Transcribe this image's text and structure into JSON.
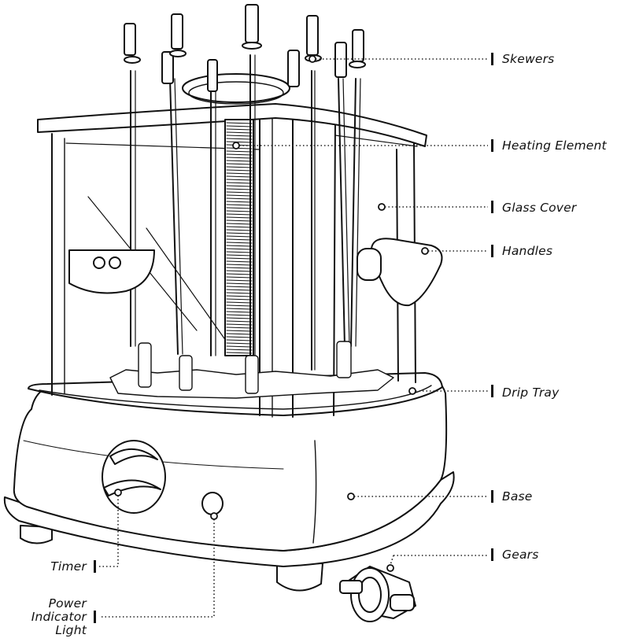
{
  "labels": {
    "skewers": "Skewers",
    "heating_element": "Heating Element",
    "glass_cover": "Glass Cover",
    "handles": "Handles",
    "drip_tray": "Drip Tray",
    "base": "Base",
    "gears": "Gears",
    "timer": "Timer",
    "power_indicator_light": [
      "Power",
      "Indicator",
      "Light"
    ]
  }
}
